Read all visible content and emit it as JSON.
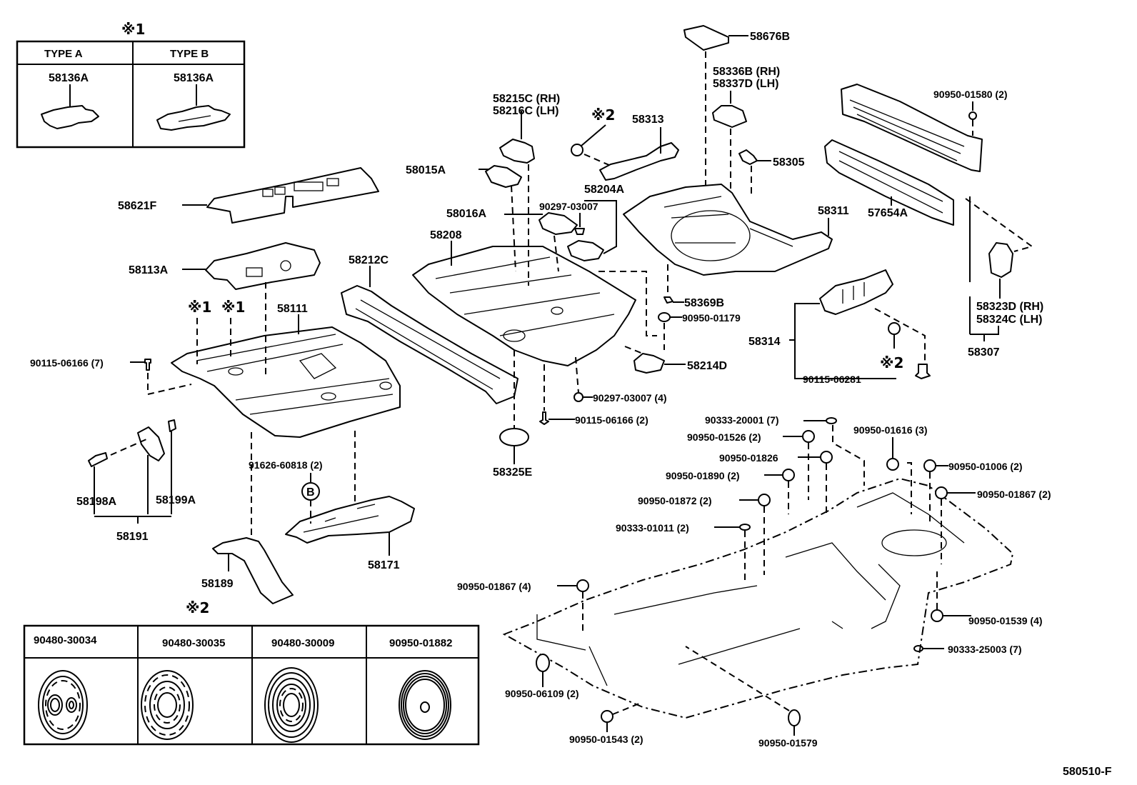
{
  "diagram": {
    "figure_code": "580510-F",
    "legend_1": {
      "mark": "※1",
      "columns": [
        {
          "header": "TYPE  A",
          "part": "58136A"
        },
        {
          "header": "TYPE  B",
          "part": "58136A"
        }
      ]
    },
    "legend_2": {
      "mark": "※2",
      "columns": [
        {
          "part": "90480-30034"
        },
        {
          "part": "90480-30035"
        },
        {
          "part": "90480-30009"
        },
        {
          "part": "90950-01882"
        }
      ]
    },
    "labels": {
      "p58621F": "58621F",
      "p58113A": "58113A",
      "p58111": "58111",
      "mark1a": "※1",
      "mark1b": "※1",
      "p90115_06166_7": "90115-06166 (7)",
      "p58198A": "58198A",
      "p58199A": "58199A",
      "p58191": "58191",
      "p91626_60818": "91626-60818 (2)",
      "pB": "B",
      "p58171": "58171",
      "p58189": "58189",
      "p58212C": "58212C",
      "p58215C": "58215C (RH)",
      "p58216C": "58216C (LH)",
      "mark2a": "※2",
      "p58313": "58313",
      "p58015A": "58015A",
      "p58016A": "58016A",
      "p58208": "58208",
      "p58204A": "58204A",
      "p90297_03007": "90297-03007",
      "p90297_03007_4": "90297-03007 (4)",
      "p90115_06166_2": "90115-06166 (2)",
      "p58325E": "58325E",
      "p58676B": "58676B",
      "p58336B": "58336B (RH)",
      "p58337D": "58337D (LH)",
      "p58305": "58305",
      "p58311": "58311",
      "p58369B": "58369B",
      "p90950_01179": "90950-01179",
      "p58214D": "58214D",
      "p58314": "58314",
      "mark2b": "※2",
      "p90115_06281": "90115-06281",
      "p90950_01580": "90950-01580 (2)",
      "p57654A": "57654A",
      "p58323D": "58323D (RH)",
      "p58324C": "58324C (LH)",
      "p58307": "58307",
      "p90333_20001": "90333-20001 (7)",
      "p90950_01526": "90950-01526 (2)",
      "p90950_01826": "90950-01826",
      "p90950_01890": "90950-01890 (2)",
      "p90950_01872": "90950-01872 (2)",
      "p90333_01011": "90333-01011 (2)",
      "p90950_01616": "90950-01616 (3)",
      "p90950_01006": "90950-01006 (2)",
      "p90950_01867_2": "90950-01867 (2)",
      "p90950_01867_4": "90950-01867 (4)",
      "p90950_01539": "90950-01539 (4)",
      "p90333_25003": "90333-25003 (7)",
      "p90950_06109": "90950-06109 (2)",
      "p90950_01543": "90950-01543 (2)",
      "p90950_01579": "90950-01579"
    }
  }
}
